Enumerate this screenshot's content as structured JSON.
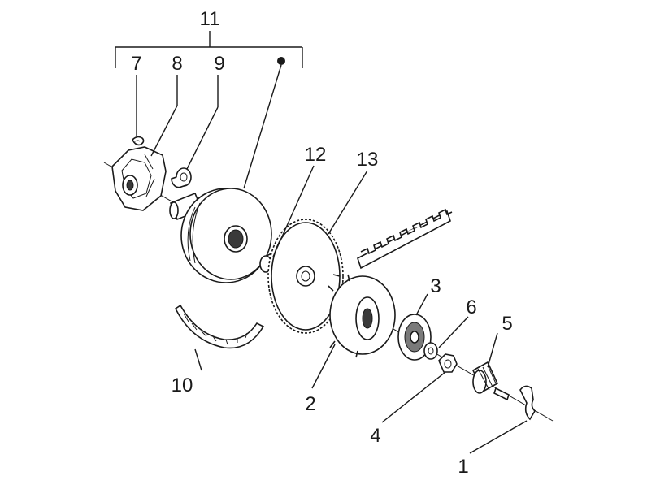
{
  "callouts": {
    "c1": "1",
    "c2": "2",
    "c3": "3",
    "c4": "4",
    "c5": "5",
    "c6": "6",
    "c7": "7",
    "c8": "8",
    "c9": "9",
    "c10": "10",
    "c11": "11",
    "c12": "12",
    "c13": "13"
  },
  "colors": {
    "line": "#1a1a1a",
    "background": "#ffffff",
    "shade": "#7a7a7a"
  }
}
